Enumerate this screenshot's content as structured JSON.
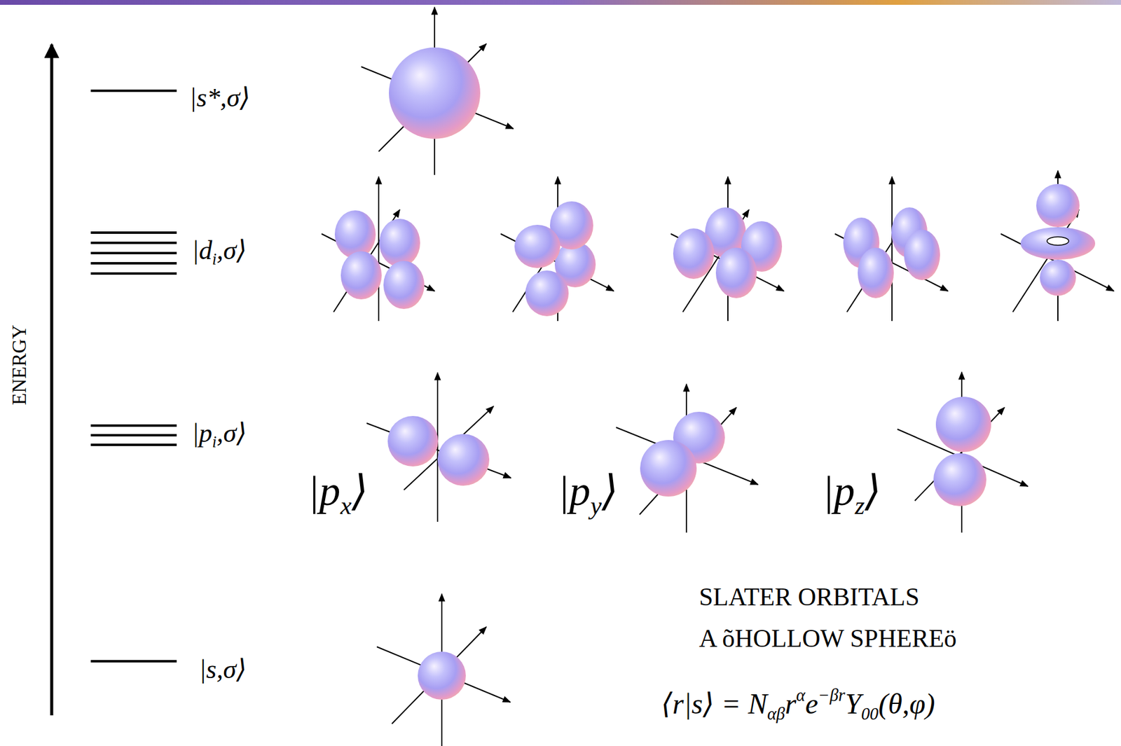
{
  "diagram": {
    "labels": [
      "ENERGY",
      "|s*,σ⟩",
      "|di,σ⟩",
      "|pi,σ⟩",
      "|px⟩",
      "|py⟩",
      "|pz⟩",
      "|s,σ⟩",
      "SLATER ORBITALS",
      "A õHOLLOW SPHEREö",
      "⟨r|s⟩ = Nαβrαe−βrY00(θ,φ)"
    ]
  }
}
